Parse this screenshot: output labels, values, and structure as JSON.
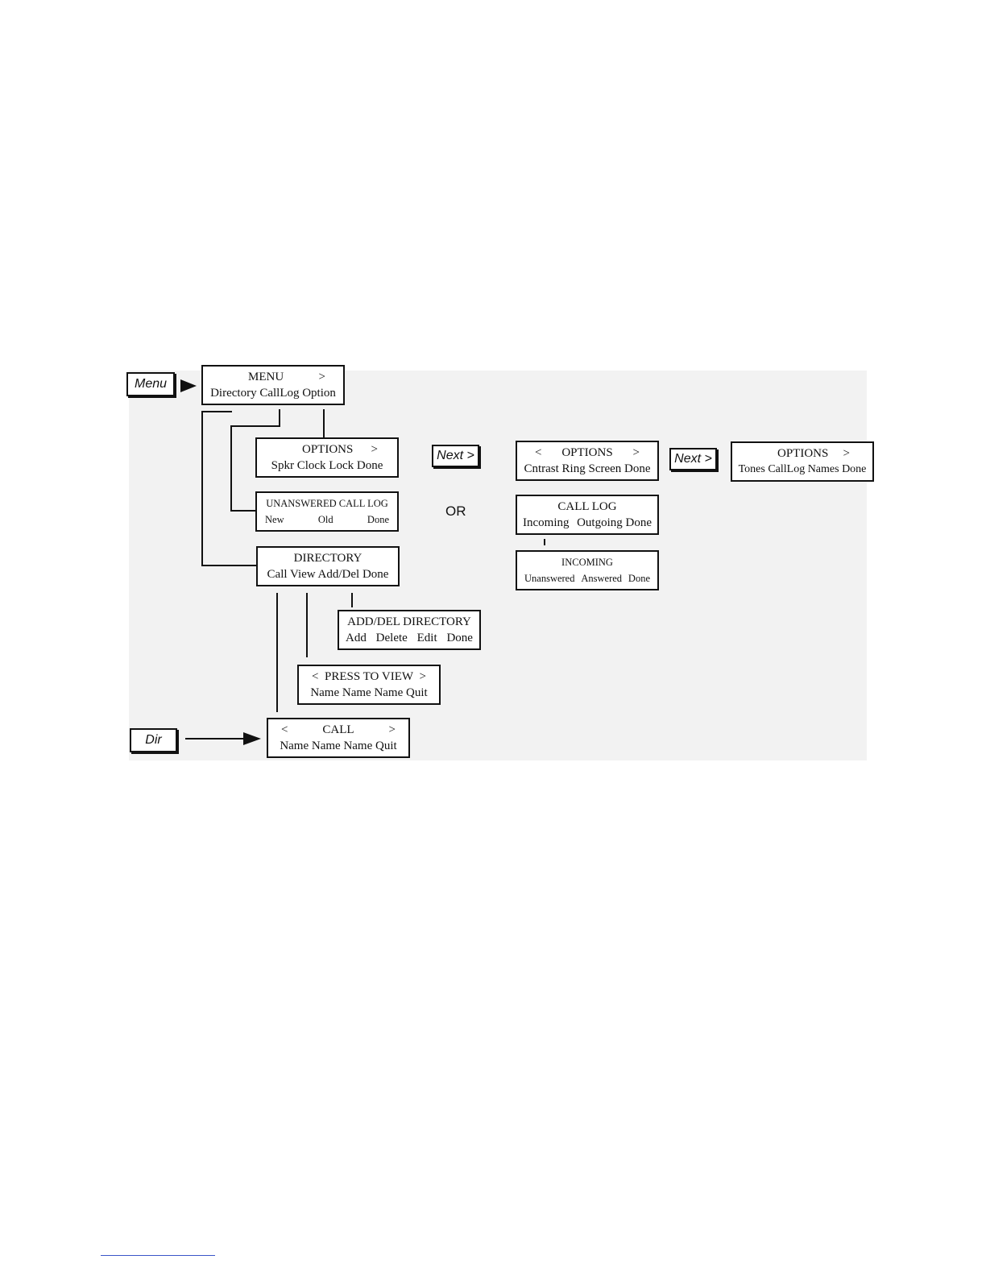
{
  "keys": {
    "menu": "Menu",
    "dir": "Dir",
    "next1": "Next >",
    "next2": "Next >"
  },
  "or_label": "OR",
  "screens": {
    "menu": {
      "title": "MENU",
      "right": ">",
      "options": "Directory CallLog Option"
    },
    "options1": {
      "title": "OPTIONS",
      "right": ">",
      "options": "Spkr Clock Lock Done"
    },
    "unanswered": {
      "title": "UNANSWERED CALL LOG",
      "opt1": "New",
      "opt2": "Old",
      "opt3": "Done"
    },
    "directory": {
      "title": "DIRECTORY",
      "options": "Call View Add/Del Done"
    },
    "adddel": {
      "title": "ADD/DEL DIRECTORY",
      "opt1": "Add",
      "opt2": "Delete",
      "opt3": "Edit",
      "opt4": "Done"
    },
    "pressview": {
      "left": "<",
      "title": "PRESS TO VIEW",
      "right": ">",
      "options": "Name Name Name Quit"
    },
    "call": {
      "left": "<",
      "title": "CALL",
      "right": ">",
      "options": "Name Name Name Quit"
    },
    "options2": {
      "left": "<",
      "title": "OPTIONS",
      "right": ">",
      "options": "Cntrast Ring Screen Done"
    },
    "options3": {
      "title": "OPTIONS",
      "right": ">",
      "options": "Tones CallLog Names Done"
    },
    "calllog": {
      "title": "CALL LOG",
      "opt1": "Incoming",
      "opt2": "Outgoing Done"
    },
    "incoming": {
      "title": "INCOMING",
      "opt1": "Unanswered",
      "opt2": "Answered",
      "opt3": "Done"
    }
  }
}
